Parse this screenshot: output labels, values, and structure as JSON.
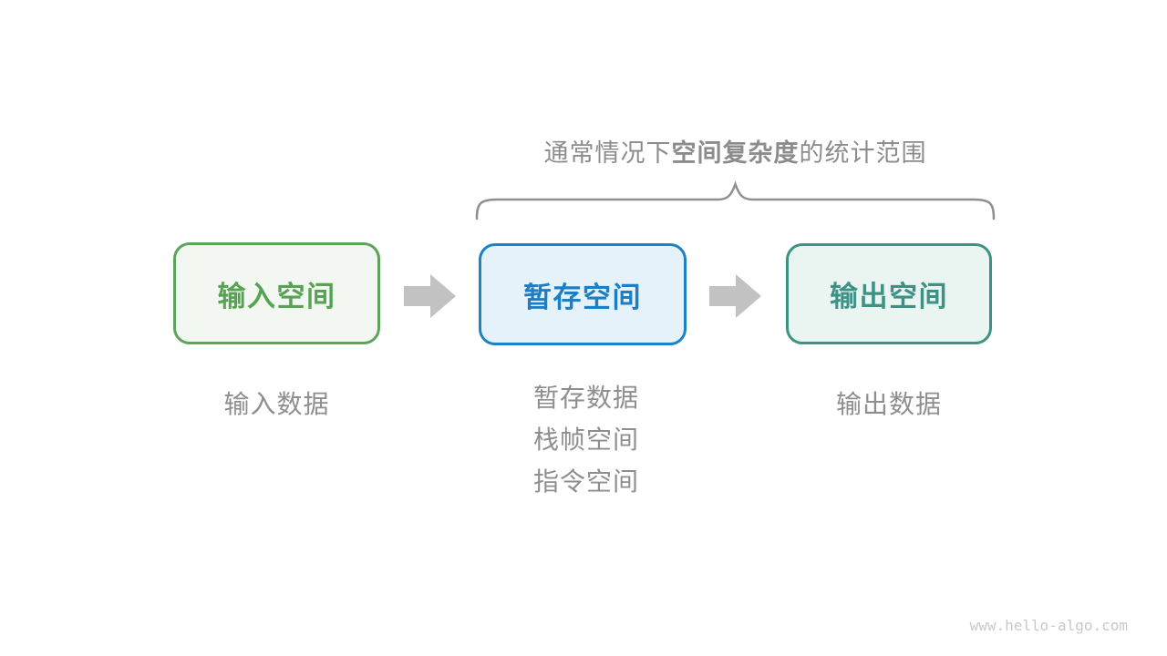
{
  "title": {
    "prefix": "通常情况下",
    "bold": "空间复杂度",
    "suffix": "的统计范围",
    "color": "#8c8c8c"
  },
  "brace": {
    "color": "#8f8f8f"
  },
  "boxes": [
    {
      "label": "输入空间",
      "border": "#5ea35b",
      "fill": "#f2f8f1",
      "text_color": "#57a253"
    },
    {
      "label": "暂存空间",
      "border": "#1e80c5",
      "fill": "#e6f2fa",
      "text_color": "#1c7fc5"
    },
    {
      "label": "输出空间",
      "border": "#3d9285",
      "fill": "#eaf5f1",
      "text_color": "#3d9285"
    }
  ],
  "arrows": {
    "color": "#c2c2c2"
  },
  "captions": {
    "input": "输入数据",
    "temp": [
      "暂存数据",
      "栈帧空间",
      "指令空间"
    ],
    "output": "输出数据",
    "color": "#8e8e8e"
  },
  "watermark": {
    "text": "www.hello-algo.com",
    "color": "#c9c9c9"
  }
}
